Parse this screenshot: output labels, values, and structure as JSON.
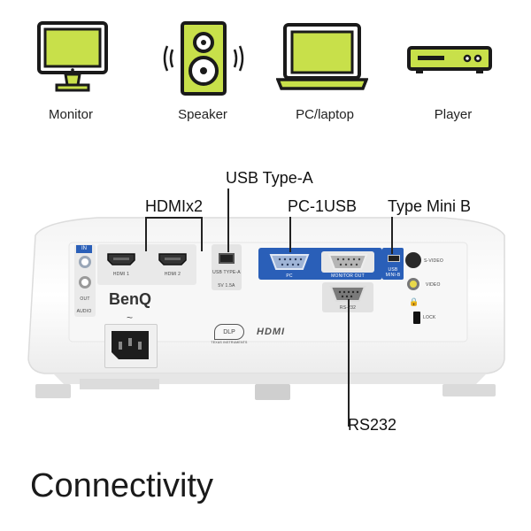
{
  "devices": [
    {
      "name": "monitor",
      "label": "Monitor",
      "icon": "monitor-icon"
    },
    {
      "name": "speaker",
      "label": "Speaker",
      "icon": "speaker-icon"
    },
    {
      "name": "pc",
      "label": "PC/laptop",
      "icon": "laptop-icon"
    },
    {
      "name": "player",
      "label": "Player",
      "icon": "player-icon"
    }
  ],
  "callouts": {
    "usb_type_a": "USB Type-A",
    "hdmi": "HDMIx2",
    "pc_usb": "PC-1USB",
    "type_mini_b": "Type Mini B",
    "rs232": "RS232"
  },
  "projector": {
    "brand": "BenQ",
    "in": "IN",
    "out": "OUT",
    "audio": "AUDIO",
    "hdmi1": "HDMI 1",
    "hdmi2": "HDMI 2",
    "usb_type_a": "USB TYPE-A",
    "usb_power": "5V 1.5A",
    "pc": "PC",
    "monitor_out": "MONITOR OUT",
    "usb_mini_b": "USB MINI-B",
    "rs232": "RS-232",
    "s_video": "S-VIDEO",
    "video": "VIDEO",
    "lock": "LOCK",
    "dlp": "DLP",
    "dlp_sub": "TEXAS INSTRUMENTS",
    "hdmi_logo": "HDMI"
  },
  "colors": {
    "accent": "#c8e04a",
    "pc_panel": "#2a5fb8",
    "outline": "#1a1a1a"
  },
  "title": "Connectivity"
}
